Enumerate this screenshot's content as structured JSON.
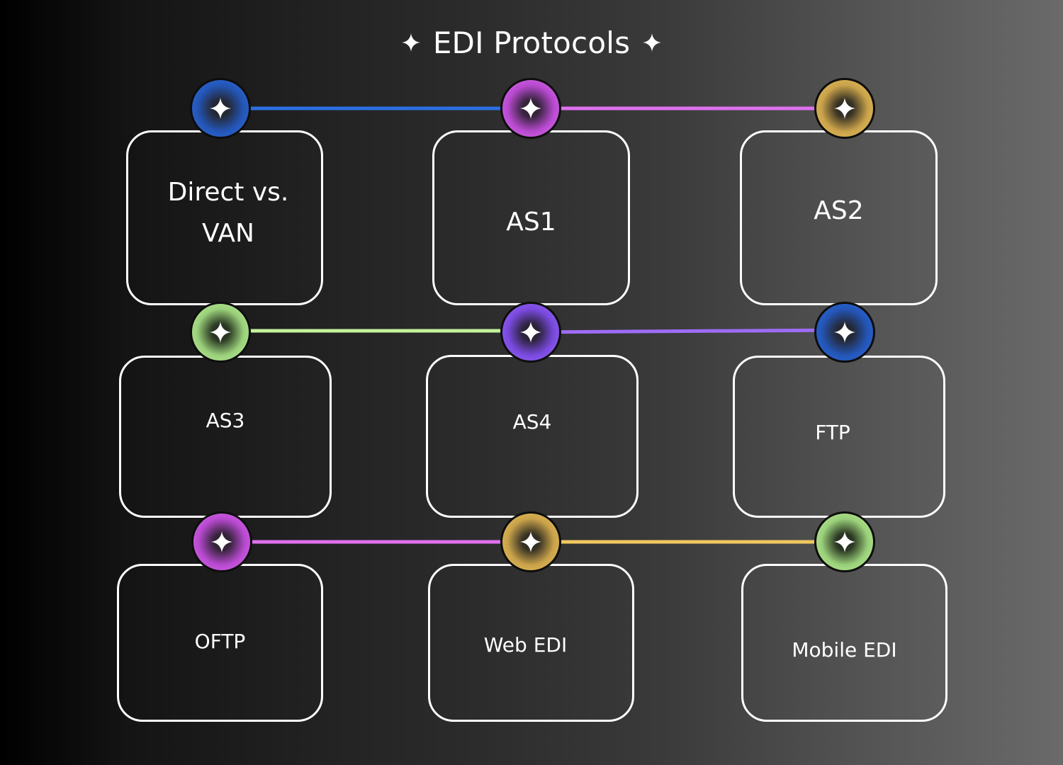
{
  "title": "EDI Protocols",
  "icons": {
    "title_left": "sparkle-icon",
    "title_right": "sparkle-icon",
    "node": "sparkle-icon"
  },
  "colors": {
    "blue": "#2d6fe0",
    "pink": "#e070f0",
    "yellow": "#f0c860",
    "green": "#c4f29a",
    "purple": "#9e6cf6",
    "card_border": "#ffffff"
  },
  "rows": [
    {
      "cards": [
        {
          "label": "Direct vs. VAN",
          "node_color": "blue"
        },
        {
          "label": "AS1",
          "node_color": "pink"
        },
        {
          "label": "AS2",
          "node_color": "yellow"
        }
      ],
      "links": [
        "blue",
        "pink"
      ]
    },
    {
      "cards": [
        {
          "label": "AS3",
          "node_color": "green"
        },
        {
          "label": "AS4",
          "node_color": "purple"
        },
        {
          "label": "FTP",
          "node_color": "blue"
        }
      ],
      "links": [
        "green",
        "purple"
      ]
    },
    {
      "cards": [
        {
          "label": "OFTP",
          "node_color": "pink"
        },
        {
          "label": "Web EDI",
          "node_color": "yellow"
        },
        {
          "label": "Mobile EDI",
          "node_color": "green"
        }
      ],
      "links": [
        "pink",
        "yellow"
      ]
    }
  ]
}
